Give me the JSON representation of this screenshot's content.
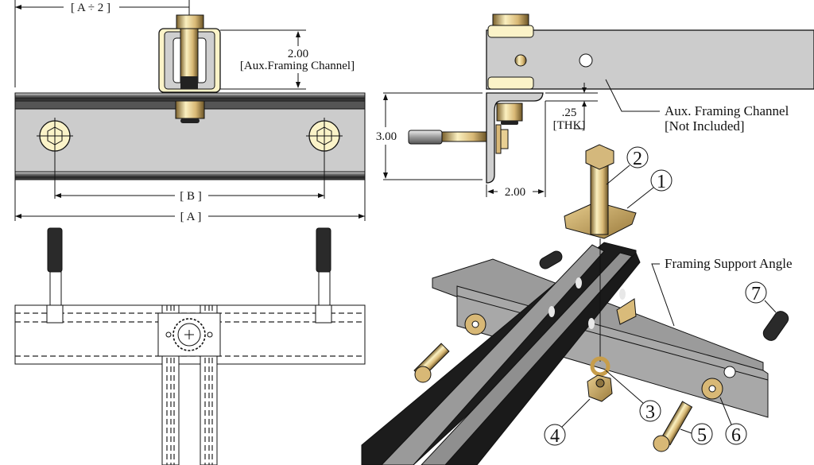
{
  "title": "Auxiliary Framing Channel Mounting Kit Assembly Drawing",
  "colors": {
    "steel_light": "#cfcfcf",
    "steel_dark": "#1a1a1a",
    "steel_mid": "#8c8c8c",
    "brass": "#c9a86a",
    "brass_light": "#fbf3c8",
    "brass_dark": "#6b5426",
    "line": "#111111",
    "background": "#ffffff"
  },
  "front_view": {
    "dim_half_a": "[ A ÷ 2 ]",
    "dim_height_value": "2.00",
    "dim_height_note": "[Aux.Framing Channel]",
    "dim_b": "[ B ]",
    "dim_a": "[ A ]"
  },
  "side_view": {
    "dim_height": "3.00",
    "dim_width": "2.00",
    "dim_thickness_value": ".25",
    "dim_thickness_note": "[THK]",
    "callout_aux_line1": "Aux. Framing Channel",
    "callout_aux_line2": "[Not Included]"
  },
  "iso_view": {
    "callout_support_angle": "Framing Support Angle",
    "balloons": [
      {
        "num": "1",
        "part": "channel nut clip"
      },
      {
        "num": "2",
        "part": "hex bolt"
      },
      {
        "num": "3",
        "part": "lock washer"
      },
      {
        "num": "4",
        "part": "hex nut"
      },
      {
        "num": "5",
        "part": "anchor hex bolt"
      },
      {
        "num": "6",
        "part": "flat washer"
      },
      {
        "num": "7",
        "part": "wedge anchor sleeve"
      }
    ]
  }
}
